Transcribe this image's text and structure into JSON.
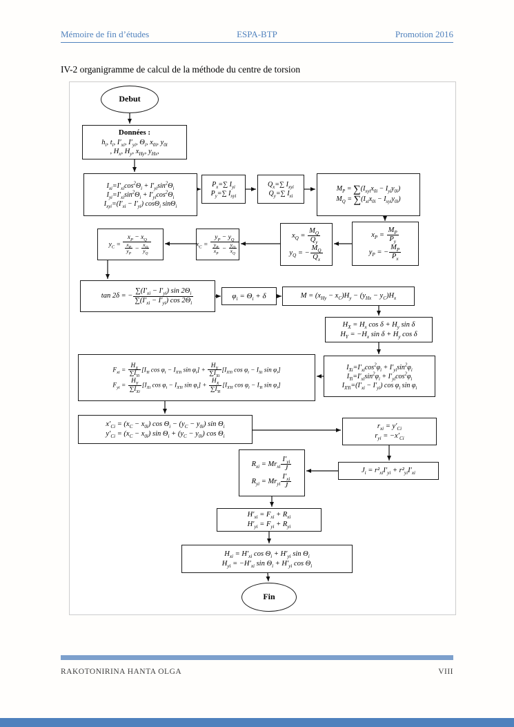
{
  "page": {
    "header": {
      "left": "Mémoire de fin d’études",
      "center": "ESPA-BTP",
      "right": "Promotion 2016"
    },
    "title": "IV-2 organigramme de calcul de la méthode du centre de torsion",
    "footer": {
      "author": "RAKOTONIRINA HANTA OLGA",
      "page_number": "VIII"
    },
    "colors": {
      "accent": "#4f81bd",
      "footer_rule": "#7da0cc"
    }
  },
  "flowchart": {
    "start_label": "Debut",
    "end_label": "Fin",
    "donnees": {
      "title": "Données :",
      "l1": "h<sub>i</sub>, t<sub>i</sub>, I′<sub>xi</sub>, I′<sub>yi</sub>, Θ<sub>i</sub>, x<sub>0i</sub>, y<sub>0i</sub>",
      "l2": ", H<sub>x</sub>, H<sub>y</sub>, x<sub>Hy</sub>, y<sub>Hx</sub>,"
    },
    "inertia": {
      "l1": "I<sub>xi</sub>=I′<sub>xi</sub>cos<sup>2</sup>Θ<sub>i</sub> + I′<sub>yi</sub>sin<sup>2</sup>Θ<sub>i</sub>",
      "l2": "I<sub>yi</sub>=I′<sub>xi</sub>sin<sup>2</sup>Θ<sub>i</sub> + I′<sub>yi</sub>cos<sup>2</sup>Θ<sub>i</sub>",
      "l3": "I<sub>xyi</sub>=(I′<sub>xi</sub> − I′<sub>yi</sub>) cosΘ<sub>i</sub> sinΘ<sub>i</sub>"
    },
    "p": {
      "l1": "P<sub>x</sub>=∑ I<sub>yi</sub>",
      "l2": "P<sub>y</sub>=∑ I<sub>xyi</sub>"
    },
    "q": {
      "l1": "Q<sub>x</sub>=∑ I<sub>xyi</sub>",
      "l2": "Q<sub>y</sub>=∑ I<sub>xi</sub>"
    },
    "mpq": {
      "l1": "M<sub>P</sub> = <span class='sg'>∑</span>(I<sub>xyi</sub>x<sub>0i</sub> − I<sub>yi</sub>y<sub>0i</sub>)",
      "l2": "M<sub>Q</sub> = <span class='sg'>∑</span>(I<sub>xi</sub>x<sub>0i</sub> − I<sub>xyi</sub>y<sub>0i</sub>)"
    },
    "xpyp": {
      "l1": "x<sub>P</sub> = <span class='fr'><span class='n'>M<sub>P</sub></span><span class='d'>P<sub>y</sub></span></span>",
      "l2": "y<sub>P</sub> = −<span class='fr'><span class='n'>M<sub>P</sub></span><span class='d'>P<sub>x</sub></span></span>"
    },
    "xqyq": {
      "l1": "x<sub>Q</sub> = <span class='fr'><span class='n'>M<sub>Q</sub></span><span class='d'>Q<sub>y</sub></span></span>",
      "l2": "y<sub>Q</sub> = −<span class='fr'><span class='n'>M<sub>Q</sub></span><span class='d'>Q<sub>x</sub></span></span>"
    },
    "xc": {
      "f": "x<sub>C</sub> = <span class='fr'><span class='n'>y<sub>P</sub> − y<sub>Q</sub></span><span class='d'><span class='fr'><span class='n'>y<sub>P</sub></span><span class='d'>x<sub>P</sub></span></span> − <span class='fr'><span class='n'>y<sub>Q</sub></span><span class='d'>x<sub>Q</sub></span></span></span></span>"
    },
    "yc": {
      "f": "y<sub>C</sub> = <span class='fr'><span class='n'>x<sub>P</sub> − x<sub>Q</sub></span><span class='d'><span class='fr'><span class='n'>x<sub>P</sub></span><span class='d'>y<sub>P</sub></span></span> − <span class='fr'><span class='n'>x<sub>Q</sub></span><span class='d'>y<sub>Q</sub></span></span></span></span>"
    },
    "tan2d": {
      "f": "tan 2δ = −<span class='fr'><span class='n'>∑(I′<sub>xi</sub> − I′<sub>yi</sub>) sin 2Θ<sub>i</sub></span><span class='d'>∑(I′<sub>xi</sub> − I′<sub>yi</sub>) cos 2Θ<sub>i</sub></span></span>"
    },
    "phi": {
      "f": "φ<sub>i</sub> = Θ<sub>i</sub> + δ"
    },
    "moment": {
      "f": "M = (x<sub>Hy</sub> − x<sub>C</sub>)H<sub>y</sub> − (y<sub>Hx</sub> − y<sub>C</sub>)H<sub>x</sub>"
    },
    "hxy": {
      "l1": "H<sub>X</sub> = H<sub>x</sub> cos δ + H<sub>y</sub> sin δ",
      "l2": "H<sub>Y</sub> = −H<sub>x</sub> sin δ + H<sub>y</sub> cos δ"
    },
    "ibig": {
      "l1": "I<sub>Xi</sub>=I′<sub>xi</sub>cos<sup>2</sup>φ<sub>i</sub> + I′<sub>yi</sub>sin<sup>2</sup>φ<sub>i</sub>",
      "l2": "I<sub>Yi</sub>=I′<sub>xi</sub>sin<sup>2</sup>φ<sub>i</sub> + I′<sub>yi</sub>cos<sup>2</sup>φ<sub>i</sub>",
      "l3": "I<sub>XYi</sub>=(I′<sub>xi</sub> − I′<sub>yi</sub>) cos φ<sub>i</sub> sin φ<sub>i</sub>"
    },
    "f": {
      "l1": "F<sub>xi</sub> = <span class='fr'><span class='n'>H<sub>X</sub></span><span class='d'>∑I<sub>Yi</sub></span></span>[I<sub>Yi</sub> cos φ<sub>i</sub> − I<sub>XYi</sub> sin φ<sub>i</sub>] + <span class='fr'><span class='n'>H<sub>Y</sub></span><span class='d'>∑I<sub>Xi</sub></span></span>[I<sub>XYi</sub> cos φ<sub>i</sub> − I<sub>Xi</sub> sin φ<sub>i</sub>]",
      "l2": "F<sub>yi</sub> = <span class='fr'><span class='n'>H<sub>Y</sub></span><span class='d'>∑I<sub>Xi</sub></span></span>[I<sub>Xi</sub> cos φ<sub>i</sub> − I<sub>XYi</sub> sin φ<sub>i</sub>] + <span class='fr'><span class='n'>H<sub>X</sub></span><span class='d'>∑I<sub>Yi</sub></span></span>[I<sub>XYi</sub> cos φ<sub>i</sub> − I<sub>Yi</sub> sin φ<sub>i</sub>]"
    },
    "xci": {
      "l1": "x′<sub>Ci</sub> = (x<sub>C</sub> − x<sub>0i</sub>) cos Θ<sub>i</sub> − (y<sub>C</sub> − y<sub>0i</sub>) sin Θ<sub>i</sub>",
      "l2": "y′<sub>Ci</sub> = (x<sub>C</sub> − x<sub>0i</sub>) sin Θ<sub>i</sub> + (y<sub>C</sub> − y<sub>0i</sub>) cos Θ<sub>i</sub>"
    },
    "r": {
      "l1": "r<sub>xi</sub> = y′<sub>Ci</sub>",
      "l2": "r<sub>yi</sub> = −x′<sub>Ci</sub>"
    },
    "j": {
      "f": "J<sub>i</sub> = r²<sub>xi</sub>I′<sub>yi</sub> + r²<sub>yi</sub>I′<sub>xi</sub>"
    },
    "rr": {
      "l1": "R<sub>xi</sub> = Mr<sub>xi</sub><span class='fr'><span class='n'>I′<sub>yi</sub></span><span class='d'>J</span></span>",
      "l2": "R<sub>yi</sub> = Mr<sub>yi</sub><span class='fr'><span class='n'>I′<sub>xi</sub></span><span class='d'>J</span></span>"
    },
    "hprime": {
      "l1": "H′<sub>xi</sub> = F<sub>xi</sub> + R<sub>xi</sub>",
      "l2": "H′<sub>yi</sub> = F<sub>yi</sub> + R<sub>yi</sub>"
    },
    "hfinal": {
      "l1": "H<sub>xi</sub> = H′<sub>xi</sub> cos Θ<sub>i</sub> + H′<sub>yi</sub> sin Θ<sub>i</sub>",
      "l2": "H<sub>yi</sub> = −H′<sub>xi</sub> sin Θ<sub>i</sub> + H′<sub>yi</sub> cos Θ<sub>i</sub>"
    }
  }
}
